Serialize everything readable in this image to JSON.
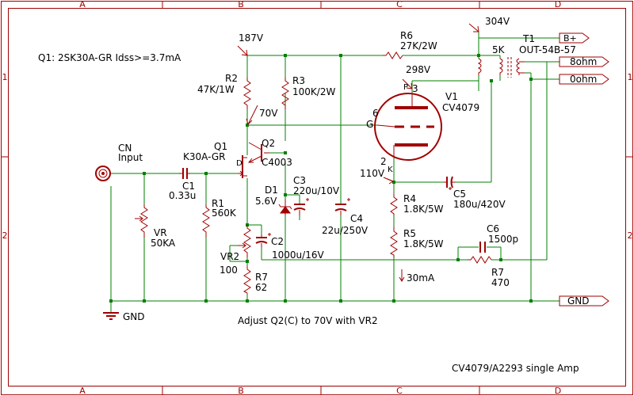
{
  "frame": {
    "columns": [
      "A",
      "B",
      "C",
      "D"
    ],
    "rows": [
      "1",
      "2"
    ]
  },
  "notes": {
    "q1_note": "Q1: 2SK30A-GR Idss>=3.7mA",
    "adjust_note": "Adjust Q2(C) to 70V with VR2",
    "title": "CV4079/A2293 single Amp"
  },
  "power": {
    "v187": "187V",
    "v304": "304V",
    "v298": "298V",
    "v70": "70V",
    "v110": "110V",
    "i30": "30mA",
    "gnd_left": "GND",
    "gnd_port": "GND",
    "bplus": "B+",
    "ohm8": "8ohm",
    "ohm0": "0ohm"
  },
  "parts": {
    "cn_ref": "CN",
    "cn_val": "Input",
    "c1_ref": "C1",
    "c1_val": "0.33u",
    "vr_ref": "VR",
    "vr_val": "50KA",
    "r1_ref": "R1",
    "r1_val": "560K",
    "q1_ref": "Q1",
    "q1_val": "K30A-GR",
    "q2_ref": "Q2",
    "q2_val": "C4003",
    "r2_ref": "R2",
    "r2_val": "47K/1W",
    "r3_ref": "R3",
    "r3_val": "100K/2W",
    "d1_ref": "D1",
    "d1_val": "5.6V",
    "c3_ref": "C3",
    "c3_val": "220u/10V",
    "c2_ref": "C2",
    "c2_val": "1000u/16V",
    "vr2_ref": "VR2",
    "vr2_val": "100",
    "r7a_ref": "R7",
    "r7a_val": "62",
    "c4_ref": "C4",
    "c4_val": "22u/250V",
    "r6_ref": "R6",
    "r6_val": "27K/2W",
    "v1_ref": "V1",
    "v1_val": "CV4079",
    "t1_ref": "T1",
    "t1_val": "OUT-54B-57",
    "t1_tap": "5K",
    "r4_ref": "R4",
    "r4_val": "1.8K/5W",
    "r5_ref": "R5",
    "r5_val": "1.8K/5W",
    "c5_ref": "C5",
    "c5_val": "180u/420V",
    "c6_ref": "C6",
    "c6_val": "1500p",
    "r7b_ref": "R7",
    "r7b_val": "470"
  },
  "pins": {
    "p_plate": "P",
    "p_plate_num": "3",
    "p_grid": "G",
    "p_grid_num": "6",
    "p_cath": "K",
    "p_cath_num": "2",
    "q1_d": "D"
  },
  "colors": {
    "wire": "#008000",
    "part": "#a00000",
    "text": "#000000",
    "frame": "#a00000",
    "port": "#a00000"
  }
}
